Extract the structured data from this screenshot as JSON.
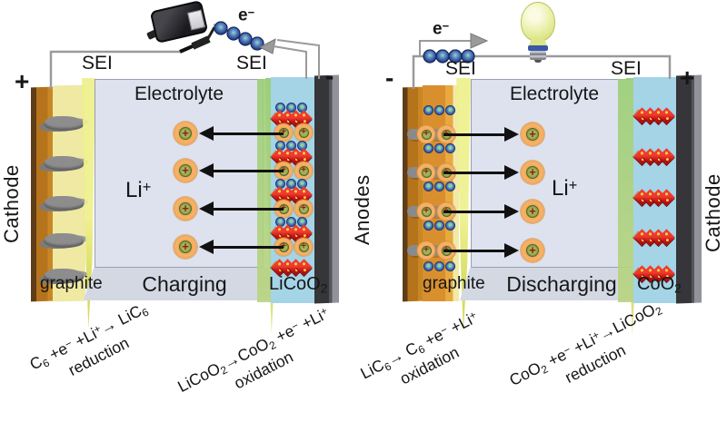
{
  "left": {
    "side_label": "Cathode",
    "pos": "+",
    "neg": "-",
    "sei": "SEI",
    "electrolyte": "Electrolyte",
    "mode": "Charging",
    "anode_label": "graphite",
    "cathode_label_parts": [
      {
        "t": "LiCoO"
      },
      {
        "sub": "2"
      }
    ],
    "li_parts": [
      {
        "t": "Li"
      },
      {
        "sup": "+"
      }
    ],
    "electron_parts": [
      {
        "t": "e"
      },
      {
        "sup": "−"
      }
    ]
  },
  "right": {
    "side_label_left": "Anodes",
    "side_label_right": "Cathode",
    "neg": "-",
    "pos": "+",
    "sei": "SEI",
    "electrolyte": "Electrolyte",
    "mode": "Discharging",
    "anode_label": "graphite",
    "cathode_label_parts": [
      {
        "t": "CoO"
      },
      {
        "sub": "2"
      }
    ],
    "li_parts": [
      {
        "t": "Li"
      },
      {
        "sup": "+"
      }
    ],
    "electron_parts": [
      {
        "t": "e"
      },
      {
        "sup": "−"
      }
    ]
  },
  "equations": [
    {
      "parts": [
        {
          "t": "C"
        },
        {
          "sub": "6"
        },
        {
          "t": " +e"
        },
        {
          "sup": "−"
        },
        {
          "t": " +Li"
        },
        {
          "sup": "+"
        },
        {
          "t": "→ LiC"
        },
        {
          "sub": "6"
        }
      ],
      "label": "reduction"
    },
    {
      "parts": [
        {
          "t": "LiCoO"
        },
        {
          "sub": "2"
        },
        {
          "t": "→"
        },
        {
          "t": "CoO"
        },
        {
          "sub": "2"
        },
        {
          "t": " +e"
        },
        {
          "sup": "−"
        },
        {
          "t": " +Li"
        },
        {
          "sup": "+"
        }
      ],
      "label": "oxidation"
    },
    {
      "parts": [
        {
          "t": "LiC"
        },
        {
          "sub": "6"
        },
        {
          "t": "→"
        },
        {
          "t": " C"
        },
        {
          "sub": "6"
        },
        {
          "t": " +e"
        },
        {
          "sup": "−"
        },
        {
          "t": " +Li"
        },
        {
          "sup": "+"
        }
      ],
      "label": "oxidation"
    },
    {
      "parts": [
        {
          "t": "CoO"
        },
        {
          "sub": "2"
        },
        {
          "t": " +e"
        },
        {
          "sup": "−"
        },
        {
          "t": " +Li"
        },
        {
          "sup": "+"
        },
        {
          "t": "→"
        },
        {
          "t": "LiCoO"
        },
        {
          "sub": "2"
        }
      ],
      "label": "reduction"
    }
  ],
  "icons": {
    "power_adapter": "ac-charger",
    "light_bulb": "bulb",
    "electron": "blue-sphere",
    "lithium_ion": "orange-ring-plus",
    "ion_plus_glyph": "+"
  },
  "colors": {
    "electrolyte": "#dde2ee",
    "floor": "#d3d8e3",
    "sei_film_yellow": "#dade5e",
    "sei_film_green": "#96ca72",
    "collector_brown": "#b5741c",
    "collector_dark": "#35353a",
    "graphite_strip": "#efe9a4",
    "oxide_region_blue": "#a4d4e6",
    "crystal_red": "#d81f1f",
    "ion_orange": "#f2ae62",
    "electron_blue": "#4a79c0",
    "wire_gray": "#9a9a9a"
  }
}
